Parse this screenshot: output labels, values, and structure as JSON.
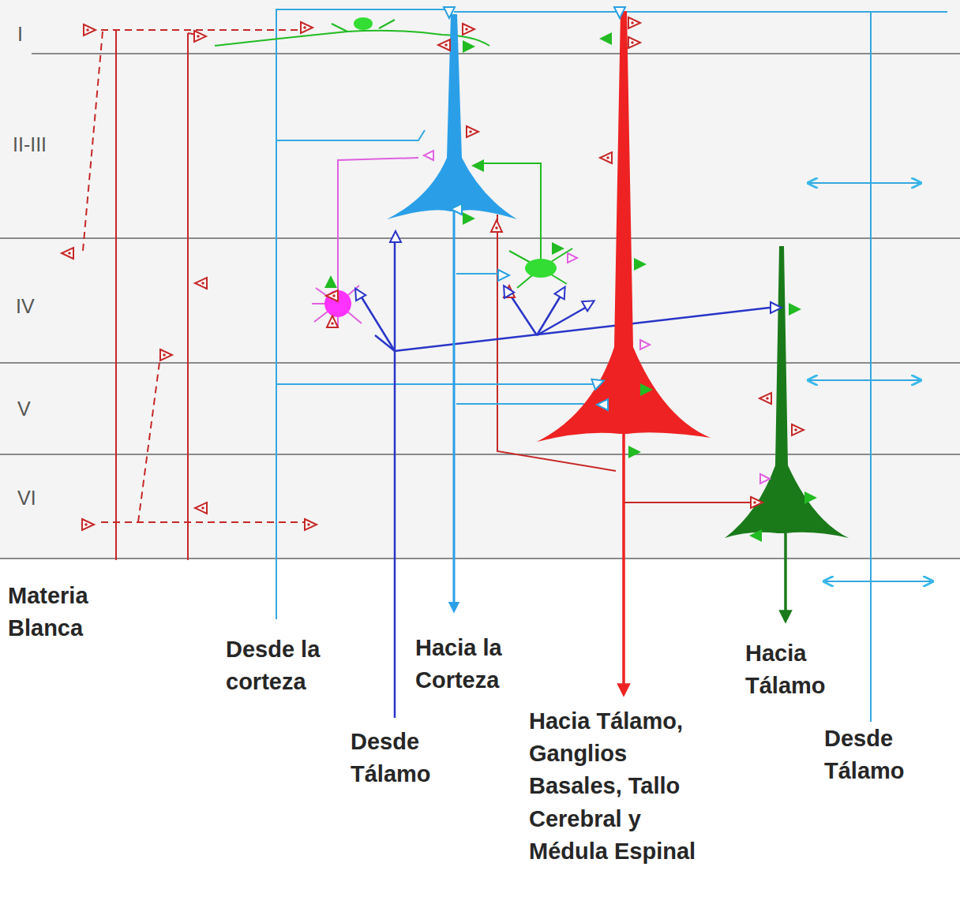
{
  "diagram": {
    "labels": [
      "I",
      "II-III",
      "IV",
      "V",
      "VI",
      "Materia Blanca",
      "Desde la corteza",
      "Hacia la Corteza",
      "Desde Tálamo",
      "Hacia Tálamo, Ganglios Basales, Tallo Cerebral y Médula Espinal",
      "Hacia Tálamo",
      "Desde Tálamo"
    ]
  }
}
